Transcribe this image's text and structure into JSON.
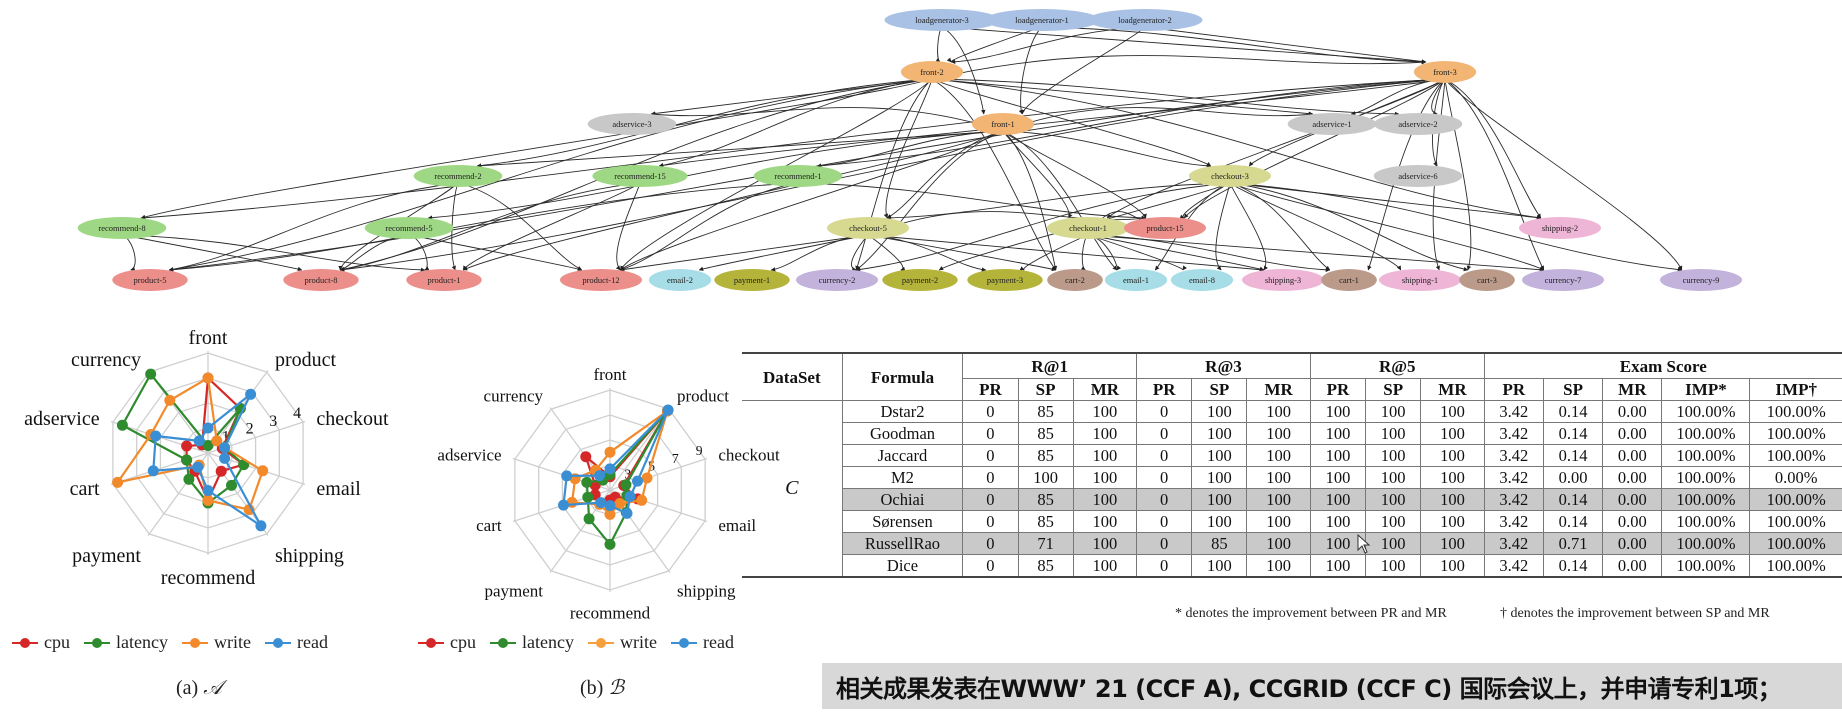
{
  "graph": {
    "title": "Service dependency graph",
    "node_colors": {
      "loadgenerator": "#a8c1e4",
      "front": "#f3b574",
      "adservice": "#c8c8c8",
      "recommend": "#9fd884",
      "checkout": "#d6d98f",
      "product": "#ec8f8a",
      "email": "#a6dde6",
      "payment": "#b5b43a",
      "currency": "#c2b2dc",
      "cart": "#bc9a8a",
      "shipping": "#efb5d6"
    },
    "nodes": [
      {
        "id": "loadgenerator-3",
        "type": "loadgenerator"
      },
      {
        "id": "loadgenerator-1",
        "type": "loadgenerator"
      },
      {
        "id": "loadgenerator-2",
        "type": "loadgenerator"
      },
      {
        "id": "front-2",
        "type": "front"
      },
      {
        "id": "front-3",
        "type": "front"
      },
      {
        "id": "front-1",
        "type": "front"
      },
      {
        "id": "adservice-3",
        "type": "adservice"
      },
      {
        "id": "adservice-1",
        "type": "adservice"
      },
      {
        "id": "adservice-2",
        "type": "adservice"
      },
      {
        "id": "adservice-6",
        "type": "adservice"
      },
      {
        "id": "recommend-2",
        "type": "recommend"
      },
      {
        "id": "recommend-15",
        "type": "recommend"
      },
      {
        "id": "recommend-1",
        "type": "recommend"
      },
      {
        "id": "recommend-8",
        "type": "recommend"
      },
      {
        "id": "recommend-5",
        "type": "recommend"
      },
      {
        "id": "checkout-3",
        "type": "checkout"
      },
      {
        "id": "checkout-5",
        "type": "checkout"
      },
      {
        "id": "checkout-1",
        "type": "checkout"
      },
      {
        "id": "product-15",
        "type": "product"
      },
      {
        "id": "shipping-2",
        "type": "shipping"
      },
      {
        "id": "product-5",
        "type": "product"
      },
      {
        "id": "product-8",
        "type": "product"
      },
      {
        "id": "product-1",
        "type": "product"
      },
      {
        "id": "product-12",
        "type": "product"
      },
      {
        "id": "email-2",
        "type": "email"
      },
      {
        "id": "payment-1",
        "type": "payment"
      },
      {
        "id": "currency-2",
        "type": "currency"
      },
      {
        "id": "payment-2",
        "type": "payment"
      },
      {
        "id": "payment-3",
        "type": "payment"
      },
      {
        "id": "cart-2",
        "type": "cart"
      },
      {
        "id": "email-1",
        "type": "email"
      },
      {
        "id": "email-8",
        "type": "email"
      },
      {
        "id": "shipping-3",
        "type": "shipping"
      },
      {
        "id": "cart-1",
        "type": "cart"
      },
      {
        "id": "shipping-1",
        "type": "shipping"
      },
      {
        "id": "cart-3",
        "type": "cart"
      },
      {
        "id": "currency-7",
        "type": "currency"
      },
      {
        "id": "currency-9",
        "type": "currency"
      }
    ],
    "edges": [
      [
        "loadgenerator-3",
        "front-2"
      ],
      [
        "loadgenerator-3",
        "front-1"
      ],
      [
        "loadgenerator-3",
        "front-3"
      ],
      [
        "loadgenerator-1",
        "front-2"
      ],
      [
        "loadgenerator-1",
        "front-1"
      ],
      [
        "loadgenerator-1",
        "front-3"
      ],
      [
        "loadgenerator-2",
        "front-2"
      ],
      [
        "loadgenerator-2",
        "front-1"
      ],
      [
        "loadgenerator-2",
        "front-3"
      ],
      [
        "front-2",
        "adservice-3"
      ],
      [
        "front-2",
        "recommend-2"
      ],
      [
        "front-2",
        "recommend-8"
      ],
      [
        "front-2",
        "recommend-15"
      ],
      [
        "front-2",
        "checkout-5"
      ],
      [
        "front-2",
        "product-5"
      ],
      [
        "front-2",
        "product-12"
      ],
      [
        "front-2",
        "adservice-1"
      ],
      [
        "front-2",
        "adservice-2"
      ],
      [
        "front-2",
        "checkout-3"
      ],
      [
        "front-2",
        "cart-2"
      ],
      [
        "front-2",
        "currency-2"
      ],
      [
        "front-2",
        "shipping-2"
      ],
      [
        "front-2",
        "product-8"
      ],
      [
        "front-2",
        "front-3"
      ],
      [
        "front-1",
        "recommend-1"
      ],
      [
        "front-1",
        "recommend-2"
      ],
      [
        "front-1",
        "checkout-5"
      ],
      [
        "front-1",
        "checkout-3"
      ],
      [
        "front-1",
        "checkout-1"
      ],
      [
        "front-1",
        "product-12"
      ],
      [
        "front-1",
        "currency-2"
      ],
      [
        "front-1",
        "cart-2"
      ],
      [
        "front-1",
        "adservice-3"
      ],
      [
        "front-1",
        "adservice-1"
      ],
      [
        "front-1",
        "recommend-5"
      ],
      [
        "front-1",
        "product-1"
      ],
      [
        "front-1",
        "product-15"
      ],
      [
        "front-1",
        "email-1"
      ],
      [
        "front-3",
        "adservice-1"
      ],
      [
        "front-3",
        "adservice-2"
      ],
      [
        "front-3",
        "adservice-6"
      ],
      [
        "front-3",
        "checkout-3"
      ],
      [
        "front-3",
        "recommend-1"
      ],
      [
        "front-3",
        "recommend-15"
      ],
      [
        "front-3",
        "recommend-8"
      ],
      [
        "front-3",
        "shipping-2"
      ],
      [
        "front-3",
        "currency-9"
      ],
      [
        "front-3",
        "currency-7"
      ],
      [
        "front-3",
        "cart-3"
      ],
      [
        "front-3",
        "product-15"
      ],
      [
        "front-3",
        "product-5"
      ],
      [
        "front-3",
        "shipping-1"
      ],
      [
        "front-3",
        "cart-1"
      ],
      [
        "front-3",
        "checkout-1"
      ],
      [
        "front-3",
        "product-8"
      ],
      [
        "recommend-2",
        "product-8"
      ],
      [
        "recommend-2",
        "product-1"
      ],
      [
        "recommend-2",
        "product-12"
      ],
      [
        "recommend-2",
        "product-5"
      ],
      [
        "recommend-15",
        "product-12"
      ],
      [
        "recommend-15",
        "product-8"
      ],
      [
        "recommend-15",
        "product-1"
      ],
      [
        "recommend-1",
        "product-12"
      ],
      [
        "recommend-1",
        "product-15"
      ],
      [
        "recommend-1",
        "product-5"
      ],
      [
        "recommend-8",
        "product-5"
      ],
      [
        "recommend-8",
        "product-8"
      ],
      [
        "recommend-8",
        "product-1"
      ],
      [
        "recommend-5",
        "product-8"
      ],
      [
        "recommend-5",
        "product-1"
      ],
      [
        "recommend-5",
        "product-12"
      ],
      [
        "checkout-5",
        "email-2"
      ],
      [
        "checkout-5",
        "payment-1"
      ],
      [
        "checkout-5",
        "currency-2"
      ],
      [
        "checkout-5",
        "payment-2"
      ],
      [
        "checkout-5",
        "payment-3"
      ],
      [
        "checkout-5",
        "cart-2"
      ],
      [
        "checkout-5",
        "product-12"
      ],
      [
        "checkout-5",
        "shipping-3"
      ],
      [
        "checkout-5",
        "product-15"
      ],
      [
        "checkout-1",
        "cart-2"
      ],
      [
        "checkout-1",
        "email-1"
      ],
      [
        "checkout-1",
        "email-8"
      ],
      [
        "checkout-1",
        "product-15"
      ],
      [
        "checkout-1",
        "shipping-3"
      ],
      [
        "checkout-1",
        "cart-1"
      ],
      [
        "checkout-1",
        "currency-7"
      ],
      [
        "checkout-1",
        "payment-3"
      ],
      [
        "checkout-3",
        "email-1"
      ],
      [
        "checkout-3",
        "email-8"
      ],
      [
        "checkout-3",
        "shipping-3"
      ],
      [
        "checkout-3",
        "cart-1"
      ],
      [
        "checkout-3",
        "shipping-1"
      ],
      [
        "checkout-3",
        "cart-3"
      ],
      [
        "checkout-3",
        "currency-7"
      ],
      [
        "checkout-3",
        "currency-9"
      ],
      [
        "checkout-3",
        "shipping-2"
      ],
      [
        "checkout-3",
        "product-15"
      ],
      [
        "checkout-3",
        "checkout-5"
      ],
      [
        "checkout-3",
        "payment-2"
      ],
      [
        "checkout-3",
        "currency-2"
      ]
    ]
  },
  "chart_data": [
    {
      "type": "radar",
      "title": "(a) 𝒜",
      "caption_prefix": "(a)",
      "caption_symbol": "𝒜",
      "axes": [
        "front",
        "product",
        "checkout",
        "email",
        "shipping",
        "recommend",
        "payment",
        "cart",
        "adservice",
        "currency"
      ],
      "ticks": [
        "1",
        "2",
        "3",
        "4"
      ],
      "rmax": 4,
      "series": [
        {
          "name": "cpu",
          "color": "#d62728",
          "values": [
            3.0,
            2.2,
            0.6,
            1.5,
            0.9,
            1.9,
            0.9,
            0.9,
            0.9,
            0.4
          ]
        },
        {
          "name": "latency",
          "color": "#2e8b2e",
          "values": [
            0.3,
            2.2,
            0.7,
            1.5,
            1.6,
            2.0,
            1.3,
            0.9,
            3.6,
            3.9
          ]
        },
        {
          "name": "write",
          "color": "#f28a2c",
          "values": [
            3.0,
            0.6,
            0.7,
            2.3,
            2.8,
            1.9,
            0.6,
            3.8,
            2.4,
            2.6
          ]
        },
        {
          "name": "read",
          "color": "#3a8fd4",
          "values": [
            1.0,
            2.9,
            0.7,
            0.7,
            3.6,
            1.5,
            0.7,
            2.3,
            2.2,
            0.6
          ]
        }
      ]
    },
    {
      "type": "radar",
      "title": "(b) ℬ",
      "caption_prefix": "(b)",
      "caption_symbol": "ℬ",
      "axes": [
        "front",
        "product",
        "checkout",
        "email",
        "shipping",
        "recommend",
        "payment",
        "cart",
        "adservice",
        "currency"
      ],
      "ticks": [
        "3",
        "5",
        "7",
        "9"
      ],
      "rmax": 9,
      "series": [
        {
          "name": "cpu",
          "color": "#d62728",
          "values": [
            1.2,
            8.8,
            1.3,
            2.6,
            0.8,
            0.9,
            1.5,
            1.4,
            1.4,
            3.7
          ]
        },
        {
          "name": "latency",
          "color": "#2e8b2e",
          "values": [
            1.4,
            8.8,
            1.5,
            1.6,
            2.5,
            4.9,
            3.2,
            2.1,
            2.2,
            1.1
          ]
        },
        {
          "name": "write",
          "color": "#f28a2c",
          "values": [
            3.4,
            8.8,
            3.5,
            3.0,
            1.5,
            2.2,
            1.6,
            3.6,
            3.3,
            2.2
          ]
        },
        {
          "name": "read",
          "color": "#3a8fd4",
          "values": [
            1.9,
            8.9,
            2.6,
            1.9,
            2.6,
            1.4,
            1.4,
            4.4,
            4.1,
            1.6
          ]
        }
      ]
    },
    {
      "type": "table",
      "header_groups": [
        "R@1",
        "R@3",
        "R@5",
        "Exam Score"
      ],
      "columns": [
        "DataSet",
        "Formula",
        "PR",
        "SP",
        "MR",
        "PR",
        "SP",
        "MR",
        "PR",
        "SP",
        "MR",
        "PR",
        "SP",
        "MR",
        "IMP*",
        "IMP†"
      ],
      "dataset": "C",
      "rows": [
        {
          "formula": "Dstar2",
          "highlight": false,
          "values": [
            "0",
            "85",
            "100",
            "0",
            "100",
            "100",
            "100",
            "100",
            "100",
            "3.42",
            "0.14",
            "0.00",
            "100.00%",
            "100.00%"
          ]
        },
        {
          "formula": "Goodman",
          "highlight": false,
          "values": [
            "0",
            "85",
            "100",
            "0",
            "100",
            "100",
            "100",
            "100",
            "100",
            "3.42",
            "0.14",
            "0.00",
            "100.00%",
            "100.00%"
          ]
        },
        {
          "formula": "Jaccard",
          "highlight": false,
          "values": [
            "0",
            "85",
            "100",
            "0",
            "100",
            "100",
            "100",
            "100",
            "100",
            "3.42",
            "0.14",
            "0.00",
            "100.00%",
            "100.00%"
          ]
        },
        {
          "formula": "M2",
          "highlight": false,
          "values": [
            "0",
            "100",
            "100",
            "0",
            "100",
            "100",
            "100",
            "100",
            "100",
            "3.42",
            "0.00",
            "0.00",
            "100.00%",
            "0.00%"
          ]
        },
        {
          "formula": "Ochiai",
          "highlight": true,
          "values": [
            "0",
            "85",
            "100",
            "0",
            "100",
            "100",
            "100",
            "100",
            "100",
            "3.42",
            "0.14",
            "0.00",
            "100.00%",
            "100.00%"
          ]
        },
        {
          "formula": "Sørensen",
          "highlight": false,
          "values": [
            "0",
            "85",
            "100",
            "0",
            "100",
            "100",
            "100",
            "100",
            "100",
            "3.42",
            "0.14",
            "0.00",
            "100.00%",
            "100.00%"
          ]
        },
        {
          "formula": "RussellRao",
          "highlight": true,
          "values": [
            "0",
            "71",
            "100",
            "0",
            "85",
            "100",
            "100",
            "100",
            "100",
            "3.42",
            "0.71",
            "0.00",
            "100.00%",
            "100.00%"
          ]
        },
        {
          "formula": "Dice",
          "highlight": false,
          "values": [
            "0",
            "85",
            "100",
            "0",
            "100",
            "100",
            "100",
            "100",
            "100",
            "3.42",
            "0.14",
            "0.00",
            "100.00%",
            "100.00%"
          ]
        }
      ]
    }
  ],
  "table": {
    "headers": {
      "dataset": "DataSet",
      "formula": "Formula",
      "r1": "R@1",
      "r3": "R@3",
      "r5": "R@5",
      "exam": "Exam Score",
      "pr": "PR",
      "sp": "SP",
      "mr": "MR",
      "imp_star": "IMP*",
      "imp_dagger": "IMP†"
    },
    "footnote_star": "* denotes the improvement between PR and MR",
    "footnote_dagger": "† denotes the improvement between SP and MR"
  },
  "legend": {
    "items": [
      {
        "label": "cpu",
        "color": "#d62728"
      },
      {
        "label": "latency",
        "color": "#2e8b2e"
      },
      {
        "label": "write",
        "color": "#f28a2c"
      },
      {
        "label": "read",
        "color": "#3a8fd4"
      }
    ]
  },
  "captions": {
    "a_prefix": "(a)",
    "a_symbol": "𝒜",
    "b_prefix": "(b)",
    "b_symbol": "ℬ"
  },
  "banner": {
    "text": "相关成果发表在WWW’ 21 (CCF A), CCGRID (CCF C) 国际会议上，并申请专利1项；",
    "background": "#d8d8d8"
  }
}
